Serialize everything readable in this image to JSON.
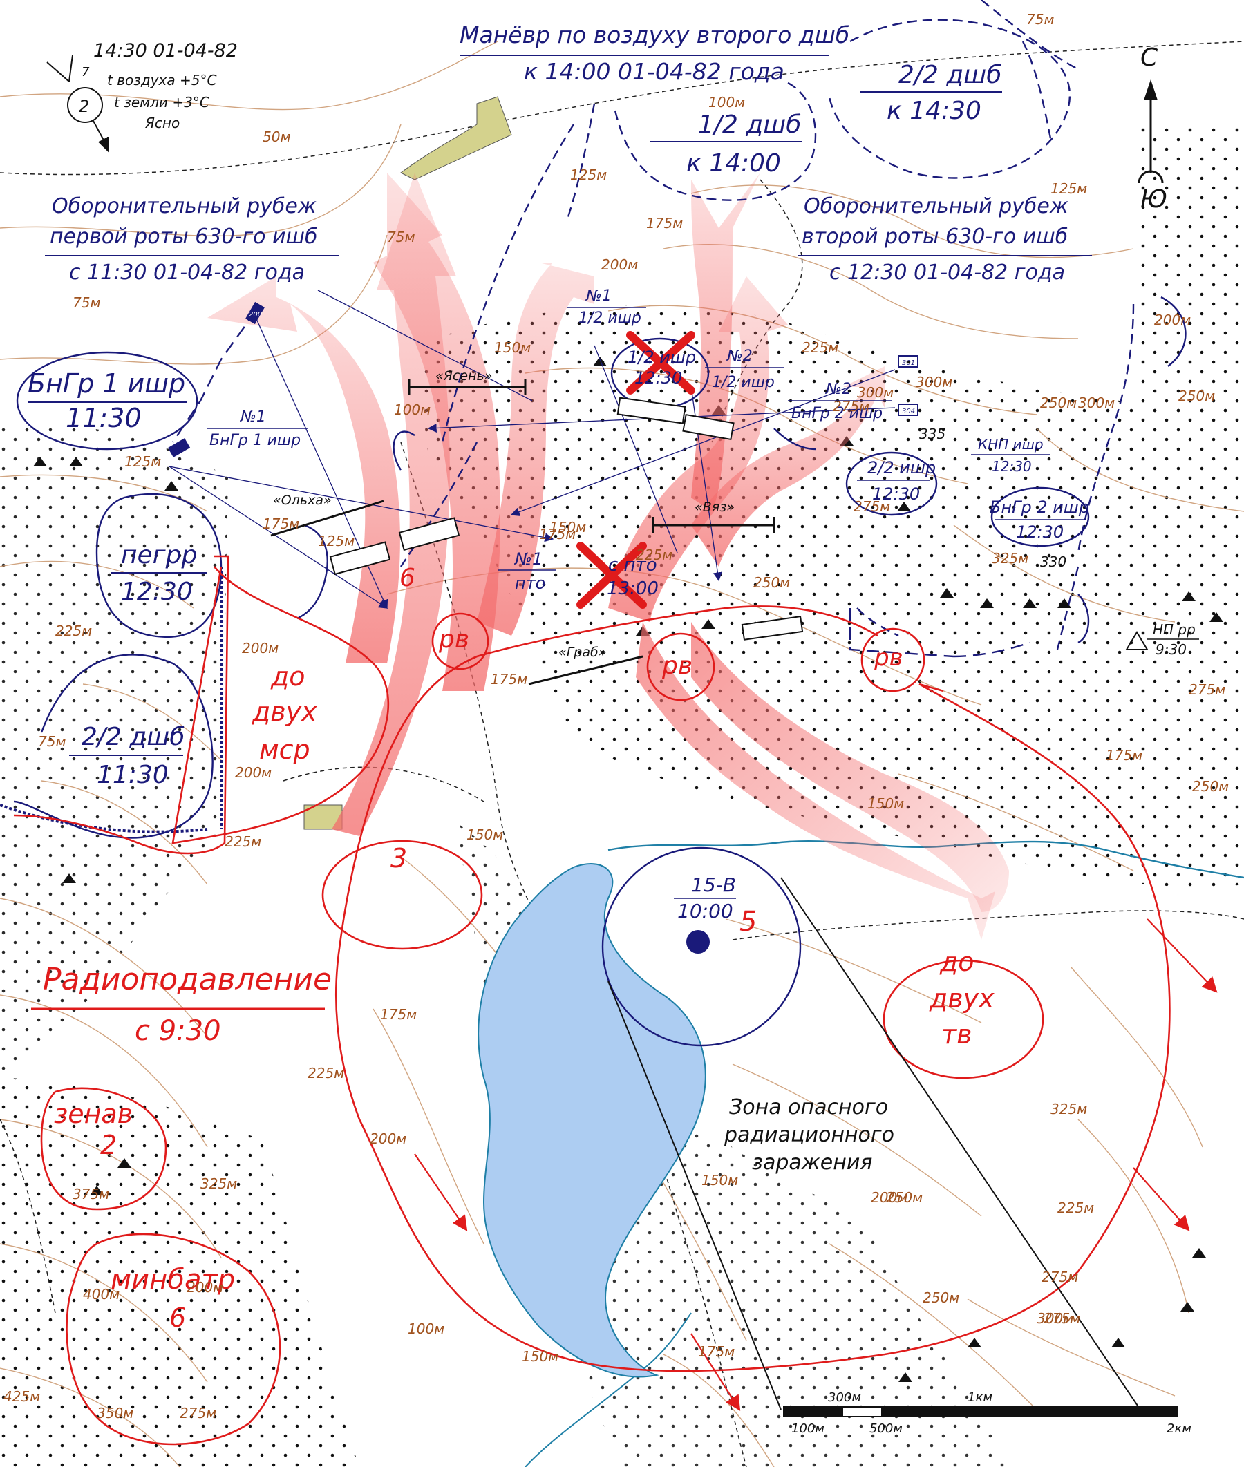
{
  "weather": {
    "time": "14:30 01-04-82",
    "air_temp": "t воздуха +5°C",
    "ground_temp": "t земли +3°C",
    "sky": "Ясно",
    "wind_number": "7",
    "wind_circle": "2"
  },
  "compass": {
    "north": "С",
    "south": "Ю"
  },
  "labels": {
    "maneuver_l1": "Манёвр по воздуху второго дшб",
    "maneuver_l2": "к 14:00 01-04-82 года",
    "dshb12": "1/2 дшб",
    "dshb12_time": "к 14:00",
    "dshb22": "2/2 дшб",
    "dshb22_time": "к 14:30",
    "def1_l1": "Оборонительный рубеж",
    "def1_l2": "первой роты 630-го ишб",
    "def1_l3": "с 11:30 01-04-82 года",
    "def2_l1": "Оборонительный рубеж",
    "def2_l2": "второй роты 630-го ишб",
    "def2_l3": "с 12:30 01-04-82 года",
    "bngr1": "БнГр 1 ишр",
    "bngr1_time": "11:30",
    "n1_bngr1_a": "№1",
    "n1_bngr1_b": "БнГр 1 ишр",
    "n1_12ishr_a": "№1",
    "n1_12ishr_b": "1/2 ишр",
    "n2_12ishr_a": "№2",
    "n2_12ishr_b": "1/2 ишр",
    "n2_bngr2_a": "№2",
    "n2_bngr2_b": "БнГр 2 ишр",
    "ishr12": "1/2 ишр",
    "ishr12_time": "12:30",
    "ishr22": "2/2 ишр",
    "ishr22_time": "12:30",
    "knp": "КНП ишр",
    "knp_time": "12:30",
    "bngr2": "БнГр 2 ишр",
    "bngr2_time": "12:30",
    "pegrr": "пегрр",
    "pegrr_time": "12:30",
    "dshb22_left": "2/2 дшб",
    "dshb22_left_time": "11:30",
    "n1_pto_a": "№1",
    "n1_pto_b": "пто",
    "s_pto": "с пто",
    "s_pto_time": "13:00",
    "yasen": "«Ясень»",
    "olha": "«Ольха»",
    "vyaz": "«Вяз»",
    "grab": "«Граб»",
    "np_rr": "НП рр",
    "np_rr_time": "9:30",
    "n330": "330",
    "n335": "335",
    "n200box": "200",
    "n301": "301",
    "n304": "304",
    "red_rv": "рв",
    "red_rv2": "рв",
    "red_rv3": "рв",
    "red_do1": "до",
    "red_dvuh1": "двух",
    "red_msr": "мср",
    "red_do2": "до",
    "red_dvuh2": "двух",
    "red_tv": "тв",
    "red_6": "6",
    "red_3": "3",
    "red_5": "5",
    "radio_l1": "Радиоподавление",
    "radio_l2": "с 9:30",
    "zenav": "зенав",
    "zenav_n": "2",
    "minbatr": "минбатр",
    "minbatr_n": "6",
    "nuke": "15-В",
    "nuke_time": "10:00",
    "zone_l1": "Зона опасного",
    "zone_l2": "радиационного",
    "zone_l3": "заражения"
  },
  "scale": {
    "l300": "300м",
    "l1km": "1км",
    "l100": "100м",
    "l500": "500м",
    "l2km": "2км"
  },
  "contours": [
    "75м",
    "50м",
    "125м",
    "100м",
    "175м",
    "75м",
    "125м",
    "75м",
    "100м",
    "150м",
    "125м",
    "200м",
    "175м",
    "225м",
    "150м",
    "125м",
    "175м",
    "250м",
    "225м",
    "300м",
    "275м",
    "275м",
    "200м",
    "300м",
    "250м",
    "225м",
    "200м",
    "200м",
    "175м",
    "75м",
    "150м",
    "175м",
    "200м",
    "225м",
    "250м",
    "275м",
    "300м",
    "325м",
    "325м",
    "275м",
    "250м",
    "175м",
    "150м",
    "200м",
    "250м",
    "225м",
    "275м",
    "150м",
    "175м",
    "250м",
    "300м",
    "225м",
    "325м",
    "375м",
    "400м",
    "350м",
    "275м",
    "425м",
    "200м",
    "175м",
    "150м",
    "100м",
    "125м"
  ]
}
